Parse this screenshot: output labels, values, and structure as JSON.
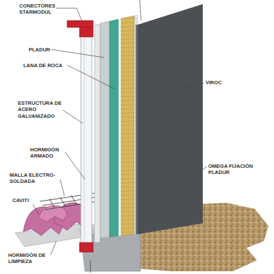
{
  "diagram": {
    "labels": [
      "CONECTORES STARMODUL",
      "PLADUR",
      "LANA DE ROCA",
      "ESTRUCTURA DE ACERO GALVANIZADO",
      "HORMIGÓN ARMADO",
      "MALLA ELECTRO-SOLDADA",
      "CAVITI",
      "HORMIGÓN DE LIMPIEZA",
      "VIROC",
      "OMEGA FIJACIÓN PLADUR"
    ]
  }
}
